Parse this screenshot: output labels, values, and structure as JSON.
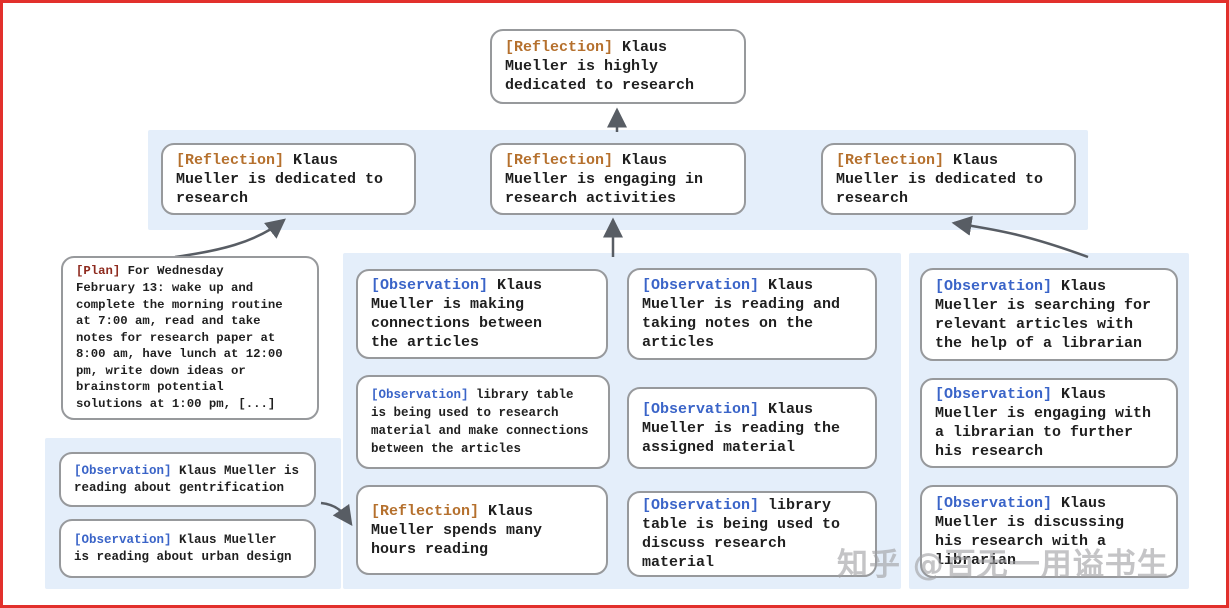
{
  "watermark": "知乎 @百无一用谥书生",
  "colors": {
    "frame": "#e2302c",
    "band": "#e4eefa",
    "card_border": "#97999c",
    "reflection_label": "#b5702d",
    "observation_label": "#3a64c8",
    "plan_label": "#8e2a1e",
    "text": "#1f1f1f",
    "arrow": "#585d64"
  },
  "cards": {
    "root": {
      "label": "[Reflection]",
      "text": " Klaus\nMueller is highly\ndedicated to research"
    },
    "reflection_left": {
      "label": "[Reflection]",
      "text": " Klaus\nMueller is dedicated to\nresearch"
    },
    "reflection_mid": {
      "label": "[Reflection]",
      "text": " Klaus\nMueller is engaging in\nresearch activities"
    },
    "reflection_right": {
      "label": "[Reflection]",
      "text": " Klaus\nMueller is dedicated to\nresearch"
    },
    "plan": {
      "label": "[Plan]",
      "text": " For Wednesday\nFebruary 13: wake up and\ncomplete the morning routine\nat 7:00 am, read and take\nnotes for research paper at\n8:00 am, have lunch at 12:00\npm, write down ideas or\nbrainstorm potential\nsolutions at 1:00 pm, [...]"
    },
    "obs_gentrification": {
      "label": "[Observation]",
      "text": " Klaus Mueller is\nreading about gentrification"
    },
    "obs_urban_design": {
      "label": "[Observation]",
      "text": " Klaus Mueller\nis reading about urban design"
    },
    "obs_connections": {
      "label": "[Observation]",
      "text": " Klaus\nMueller is making\nconnections between\nthe articles"
    },
    "obs_library_research": {
      "label": "[Observation]",
      "text": " library table\nis being used to research\nmaterial and make connections\nbetween the articles"
    },
    "reflection_hours": {
      "label": "[Reflection]",
      "text": " Klaus\nMueller spends many\nhours reading"
    },
    "obs_taking_notes": {
      "label": "[Observation]",
      "text": " Klaus\nMueller is reading and\ntaking notes on the\narticles"
    },
    "obs_assigned_material": {
      "label": "[Observation]",
      "text": " Klaus\nMueller is reading the\nassigned material"
    },
    "obs_library_discuss": {
      "label": "[Observation]",
      "text": " library\ntable is being used to\ndiscuss research material"
    },
    "obs_searching_articles": {
      "label": "[Observation]",
      "text": " Klaus\nMueller is searching for\nrelevant articles with\nthe help of a librarian"
    },
    "obs_engaging_librarian": {
      "label": "[Observation]",
      "text": " Klaus\nMueller is engaging with\na librarian to further\nhis research"
    },
    "obs_discussing_research": {
      "label": "[Observation]",
      "text": " Klaus\nMueller is discussing\nhis research with a\nlibrarian"
    }
  }
}
